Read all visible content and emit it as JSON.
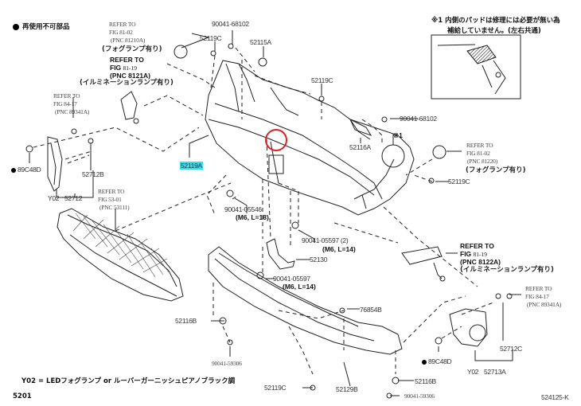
{
  "legend": {
    "marker": "●",
    "text": "再使用不可部品"
  },
  "note": {
    "line1": "※1 内側のパッドは修理には必要が無い為",
    "line2": "補給していません。(左右共通)"
  },
  "refs": {
    "fog_left": {
      "l1": "REFER TO",
      "l2": "FIG 81-02",
      "l3": "(PNC 81210A)",
      "l4": "(フォグランプ有り)"
    },
    "illum_left": {
      "l1": "REFER TO",
      "l2": "FIG",
      "l2b": "81-19",
      "l3": "(PNC 8121A)",
      "l4": "(イルミネーションランプ有り)"
    },
    "sensor_left": {
      "l1": "REFER TO",
      "l2": "FIG 84-17",
      "l3": "(PNC 89341A)"
    },
    "grille": {
      "l1": "REFER TO",
      "l2": "FIG 53-01",
      "l3": "(PNC 53111)"
    },
    "fog_right": {
      "l1": "REFER TO",
      "l2": "FIG 81-02",
      "l3": "(PNC 81220)",
      "l4": "(フォグランプ有り)"
    },
    "illum_right": {
      "l1": "REFER TO",
      "l2": "FIG",
      "l2b": "81-19",
      "l3": "(PNC 8122A)",
      "l4": "(イルミネーションランプ有り)"
    },
    "sensor_right": {
      "l1": "REFER TO",
      "l2": "FIG 84-17",
      "l3": "(PNC 89341A)"
    }
  },
  "parts": {
    "p90041_68102_top": "90041-68102",
    "p52119C_top": "52119C",
    "p52115A": "52115A",
    "p52119C_mid": "52119C",
    "p90041_68102_right": "90041-68102",
    "p52116A": "52116A",
    "mark1": "※1",
    "p52119C_right": "52119C",
    "p52119A": "52119A",
    "p89C48D_left": "89C48D",
    "p52712B": "52712B",
    "y02_left": "Y02",
    "p52712": "52712",
    "p90041_05546": "90041-05546",
    "p90041_05546_spec": "(M6, L=18)",
    "p90041_05597_2": "90041-05597 (2)",
    "p90041_05597_2_spec": "(M6, L=14)",
    "p52130": "52130",
    "p90041_05597": "90041-05597",
    "p90041_05597_spec": "(M6, L=14)",
    "p76854B": "76854B",
    "p52116B_left": "52116B",
    "p90041_59306_left": "90041-59306",
    "p52119C_bottom": "52119C",
    "p52129B": "52129B",
    "p52116B_right": "52116B",
    "p90041_59306_right": "90041-59306",
    "p89C48D_right": "89C48D",
    "p52712C": "52712C",
    "y02_right": "Y02",
    "p52713A": "52713A"
  },
  "footer": {
    "y02_note": "Y02 = LEDフォグランプ or ルーバーガーニッシュピアノブラック調",
    "page_code": "5201",
    "figure_id": "524125-K"
  },
  "highlight_color": "#33e0f0",
  "callout_circle_color": "#e02020"
}
